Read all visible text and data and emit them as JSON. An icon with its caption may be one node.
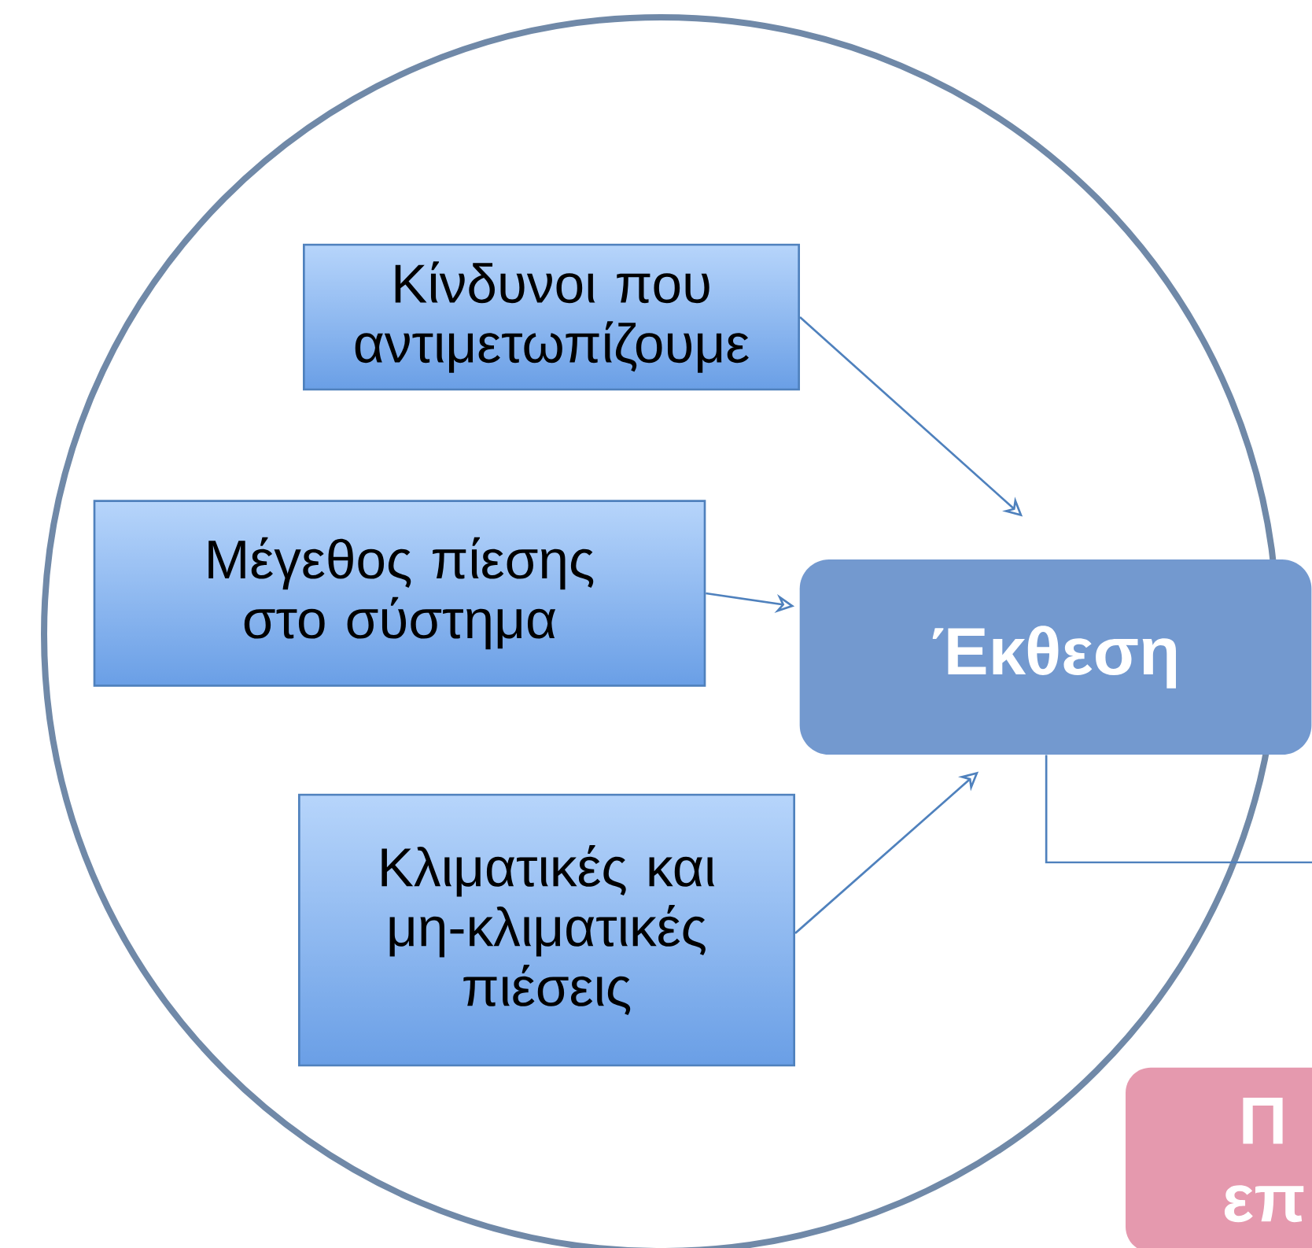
{
  "diagram": {
    "nodes": [
      {
        "text": [
          "Κίνδυνοι που αντιμετωπίζουμε"
        ]
      },
      {
        "text": [
          "Μέγεθος πίεσης στο σύστημα"
        ]
      },
      {
        "text": [
          "Κλιματικές και μη-κλιματικές πιέσεις"
        ]
      },
      {
        "text": [
          "Έκθεση"
        ]
      },
      {
        "text": [
          "Π",
          "επ"
        ]
      }
    ],
    "edges": [
      {
        "from": 0,
        "to": 3,
        "arrow": "to"
      },
      {
        "from": 1,
        "to": 3,
        "arrow": "to"
      },
      {
        "from": 2,
        "to": 3,
        "arrow": "to"
      },
      {
        "from": 3,
        "to": null,
        "arrow": "none"
      }
    ]
  }
}
